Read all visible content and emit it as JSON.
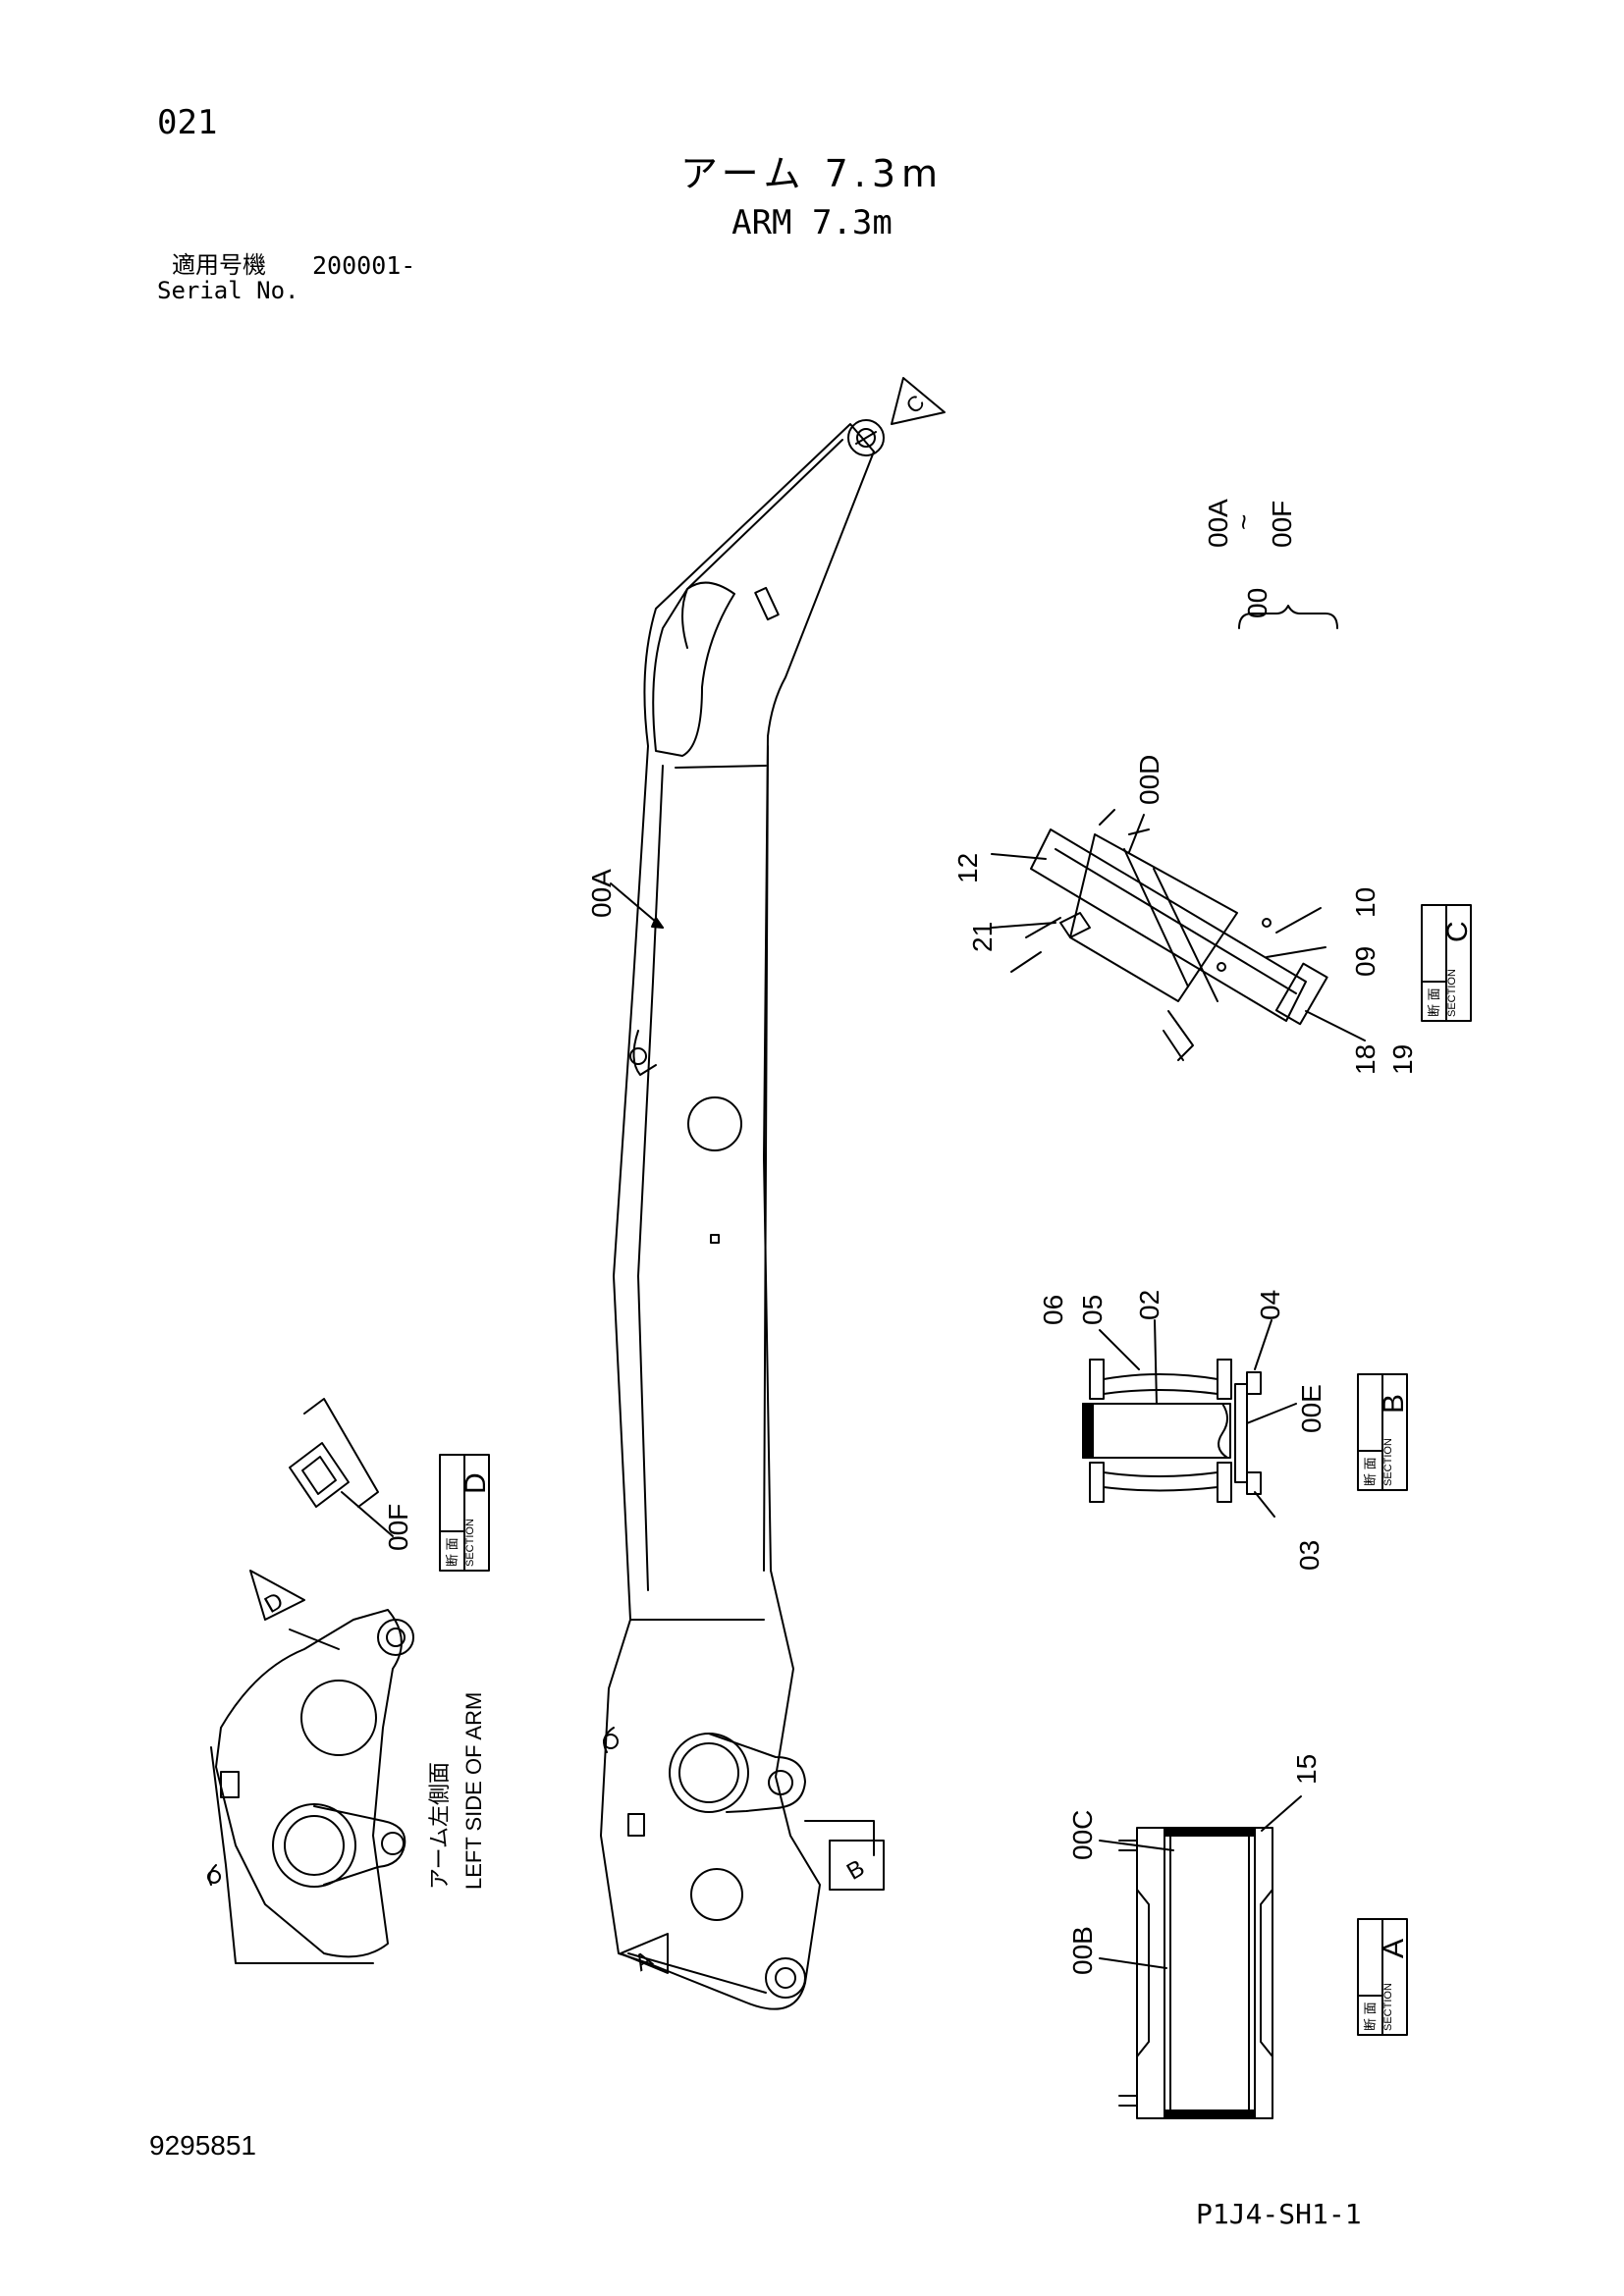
{
  "header": {
    "page_number": "021",
    "title_jp": "アーム 7.3m",
    "title_en": "ARM 7.3m",
    "serial_label_jp": "適用号機",
    "serial_value": "200001-",
    "serial_label_en": "Serial No."
  },
  "callouts": {
    "arm": "00A",
    "group_bracket_top": "00A",
    "group_bracket_tilde": "~",
    "group_bracket_bottom": "00F",
    "group_bracket_main": "00",
    "section_c_00D": "00D",
    "section_c_12": "12",
    "section_c_21": "21",
    "section_c_10": "10",
    "section_c_09": "09",
    "section_c_18": "18",
    "section_c_19": "19",
    "section_b_06": "06",
    "section_b_05": "05",
    "section_b_02": "02",
    "section_b_04": "04",
    "section_b_00E": "00E",
    "section_b_03": "03",
    "section_a_00C": "00C",
    "section_a_00B": "00B",
    "section_a_15": "15",
    "section_d_00F": "00F"
  },
  "section_labels": {
    "section_c": {
      "jp": "断 面",
      "en": "SECTION",
      "letter": "C"
    },
    "section_b": {
      "jp": "断 面",
      "en": "SECTION",
      "letter": "B"
    },
    "section_a": {
      "jp": "断 面",
      "en": "SECTION",
      "letter": "A"
    },
    "section_d": {
      "jp": "断 面",
      "en": "SECTION",
      "letter": "D"
    }
  },
  "view_markers": {
    "a": "A",
    "b": "B",
    "c": "C",
    "d": "D"
  },
  "left_side_view": {
    "label_jp": "アーム左側面",
    "label_en": "LEFT SIDE OF ARM"
  },
  "footer": {
    "doc_number": "9295851",
    "sheet_code": "P1J4-SH1-1"
  }
}
